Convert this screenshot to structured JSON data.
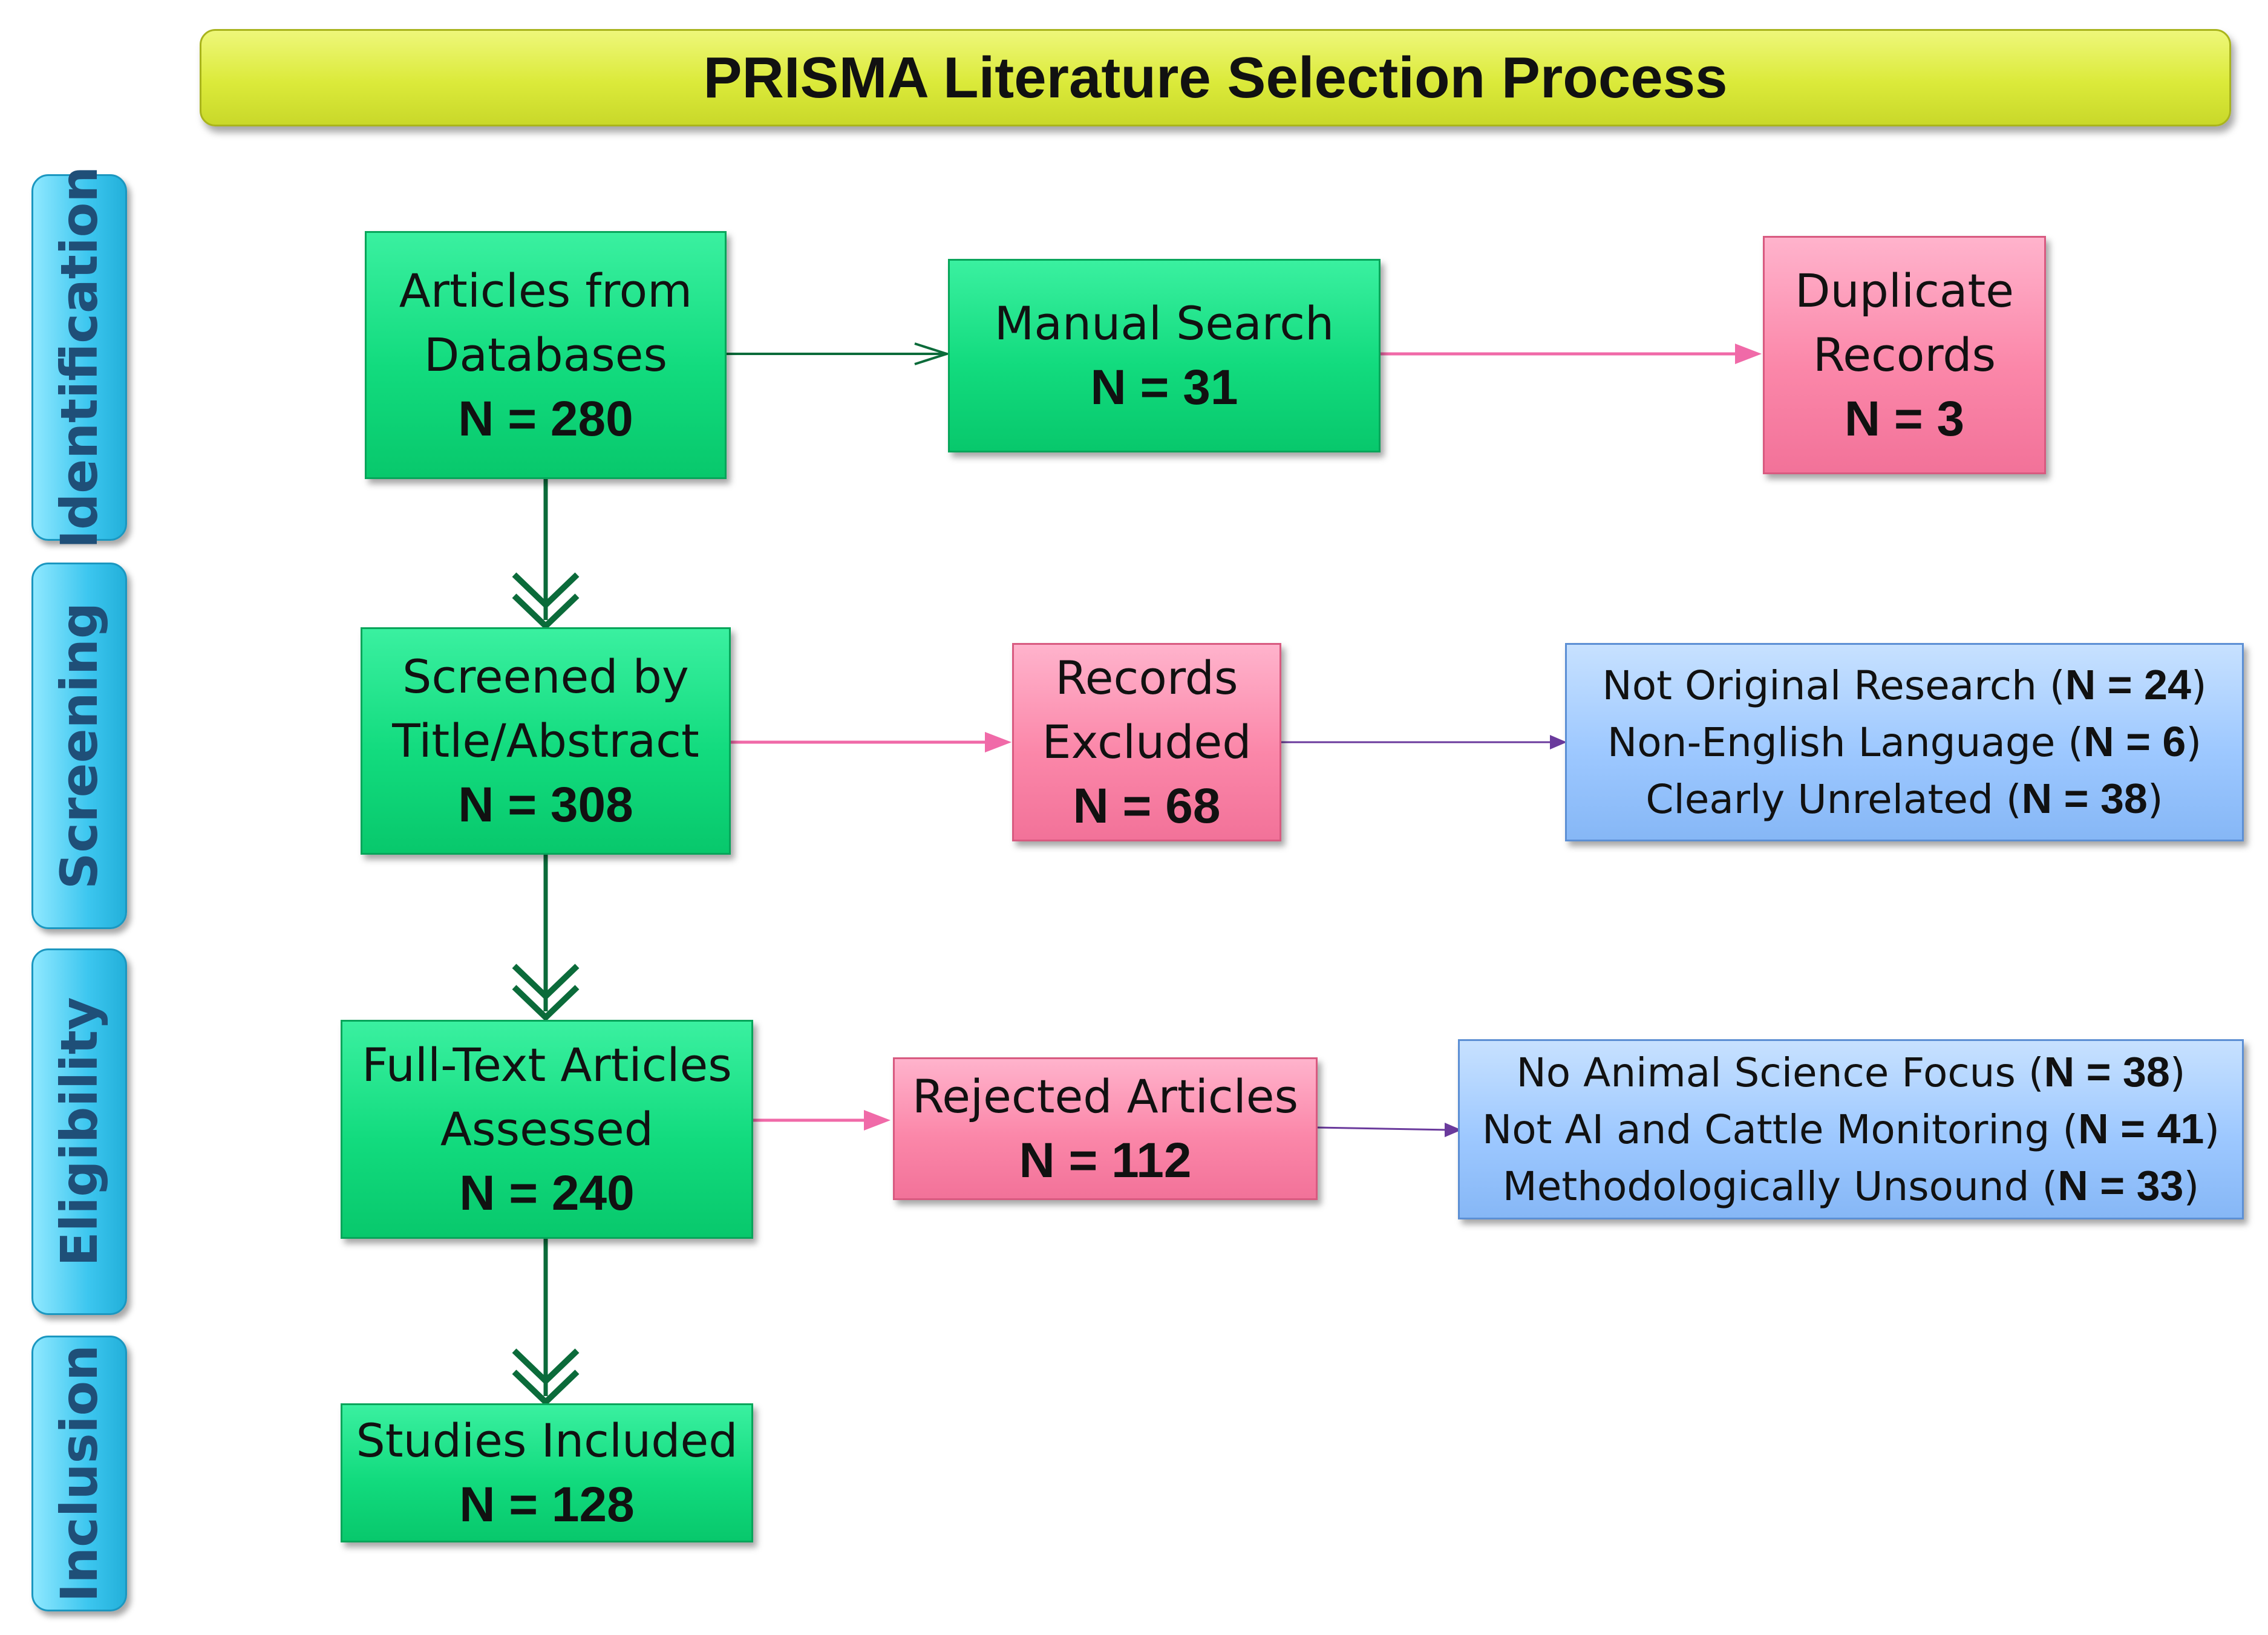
{
  "title": "PRISMA Literature Selection Process",
  "stages": {
    "identification": "Identification",
    "screening": "Screening",
    "eligibility": "Eligibility",
    "inclusion": "Inclusion"
  },
  "boxes": {
    "databases": {
      "lines": [
        "Articles from",
        "Databases"
      ],
      "count": "N = 280"
    },
    "manual_search": {
      "lines": [
        "Manual Search"
      ],
      "count": "N = 31"
    },
    "duplicates": {
      "lines": [
        "Duplicate",
        "Records"
      ],
      "count": "N = 3"
    },
    "screened": {
      "lines": [
        "Screened by",
        "Title/Abstract"
      ],
      "count": "N = 308"
    },
    "records_excluded": {
      "lines": [
        "Records",
        "Excluded"
      ],
      "count": "N = 68"
    },
    "full_text": {
      "lines": [
        "Full-Text Articles",
        "Assessed"
      ],
      "count": "N = 240"
    },
    "rejected": {
      "lines": [
        "Rejected Articles"
      ],
      "count": "N = 112"
    },
    "included": {
      "lines": [
        "Studies Included"
      ],
      "count": "N = 128"
    }
  },
  "screening_reasons": [
    {
      "label": "Not Original Research",
      "count": "N = 24"
    },
    {
      "label": "Non-English Language",
      "count": "N = 6"
    },
    {
      "label": "Clearly Unrelated",
      "count": "N = 38"
    }
  ],
  "eligibility_reasons": [
    {
      "label": "No Animal Science Focus",
      "count": "N = 38"
    },
    {
      "label": "Not AI and Cattle Monitoring",
      "count": "N = 41"
    },
    {
      "label": "Methodologically Unsound",
      "count": "N = 33"
    }
  ],
  "colors": {
    "title_fill": "#dbea3a",
    "stage_fill": "#3cc6ef",
    "stage_text": "#1f4f78",
    "included_fill": "#12db7e",
    "excluded_fill": "#fb87a9",
    "reasons_fill": "#9dc8ff",
    "flow_arrow": "#0b6b3a",
    "exclusion_arrow": "#f06aa8",
    "reason_arrow": "#6a3a9c"
  }
}
